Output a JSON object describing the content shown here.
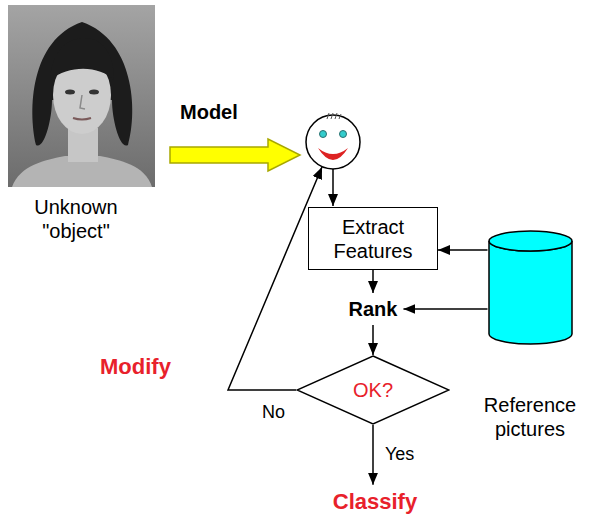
{
  "diagram": {
    "nodes": [
      {
        "text": [
          "Extract Features"
        ]
      },
      {
        "text": [
          "Rank"
        ]
      },
      {
        "text": [
          "OK?"
        ]
      },
      {
        "text": [
          "Classify"
        ]
      },
      {
        "text": [
          "Reference pictures"
        ]
      }
    ],
    "edges": [
      {
        "from": 0,
        "to": 1,
        "arrow": "to"
      },
      {
        "from": 4,
        "to": 0,
        "arrow": "to"
      },
      {
        "from": 4,
        "to": 1,
        "arrow": "to"
      },
      {
        "from": 1,
        "to": 2,
        "arrow": "to"
      },
      {
        "from": 2,
        "to": 3,
        "label": "Yes",
        "arrow": "to"
      }
    ],
    "labels": [
      "Unknown \"object\"",
      "Model",
      "Modify",
      "No"
    ]
  }
}
